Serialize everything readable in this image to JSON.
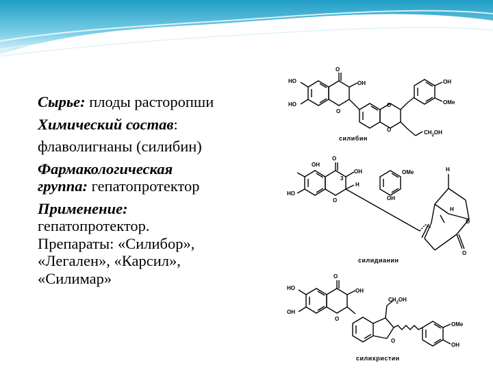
{
  "text": {
    "raw_label": "Сырье:",
    "raw_value": " плоды расторопши",
    "chem_label": "Химический состав",
    "chem_colon": ":",
    "chem_value": " флаволигнаны (силибин)",
    "pharm_label_1": "Фармакологическая",
    "pharm_label_2": "группа:",
    "pharm_value": " гепатопротектор",
    "use_label": "Применение:",
    "use_value": "гепатопротектор.",
    "preparations_1": "Препараты: «Силибор»,",
    "preparations_2": "«Легален», «Карсил»,",
    "preparations_3": "«Силимар»"
  },
  "structures": {
    "silibin": {
      "name": "силибин",
      "atoms": {
        "o_top": "O",
        "ho_left": "HO",
        "ho_bottom": "HO",
        "oh_c3": "OH",
        "o_ring": "O",
        "o_ring2": "O",
        "o_ring3": "O",
        "oh_right": "OH",
        "ome": "OMe",
        "ch2oh_a": "CH",
        "ch2oh_b": "2",
        "ch2oh_c": "OH"
      }
    },
    "silidianin": {
      "name": "силидианин",
      "atoms": {
        "o_top": "O",
        "oh_left": "OH",
        "ho_left": "HO",
        "oh_c3": "OH",
        "h_c3": "H",
        "three": "3",
        "o_ring": "O",
        "ome": "OMe",
        "oh": "OH",
        "h_top": "H",
        "h_mid": "H",
        "o_bridge": "O",
        "o_keto": "O"
      }
    },
    "silichristin": {
      "name": "силихристин",
      "atoms": {
        "o_top": "O",
        "ho_left": "HO",
        "oh_left": "OH",
        "oh_c3": "OH",
        "o_ring": "O",
        "ch2oh_a": "CH",
        "ch2oh_b": "2",
        "ch2oh_c": "OH",
        "o_furan": "O",
        "ome": "OMe",
        "oh": "OH"
      }
    }
  },
  "colors": {
    "band_dark": "#2aa7c9",
    "band_light": "#bfe6f2",
    "text": "#000000"
  }
}
